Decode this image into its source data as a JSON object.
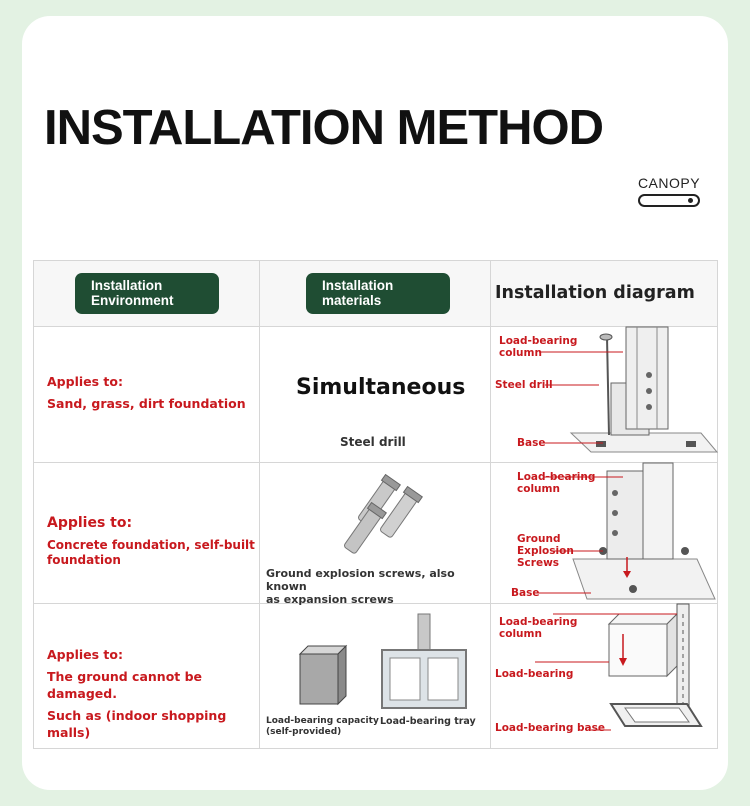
{
  "page": {
    "title": "INSTALLATION METHOD",
    "brand": "CANOPY"
  },
  "table": {
    "headers": {
      "environment": [
        "Installation",
        "Environment"
      ],
      "materials": [
        "Installation",
        "materials"
      ],
      "diagram": "Installation diagram"
    },
    "rows": [
      {
        "env_lines": [
          "Applies to:",
          "Sand, grass, dirt foundation"
        ],
        "material_heading": "Simultaneous",
        "material_caption": "Steel drill",
        "diagram_labels": [
          "Load-bearing",
          "column",
          "Steel drill",
          "Base"
        ]
      },
      {
        "env_lines": [
          "Applies to:",
          "Concrete foundation, self-built",
          "foundation"
        ],
        "material_caption_lines": [
          "Ground explosion screws, also known",
          "as expansion screws"
        ],
        "diagram_labels": [
          "Load-bearing",
          "column",
          "Ground",
          "Explosion",
          "Screws",
          "Base"
        ]
      },
      {
        "env_lines": [
          "Applies to:",
          "The ground cannot be damaged.",
          "Such as (indoor shopping malls)"
        ],
        "material_captions": [
          "Load-bearing capacity",
          "(self-provided)",
          "Load-bearing tray"
        ],
        "diagram_labels": [
          "Load-bearing",
          "column",
          "Load-bearing",
          "Load-bearing base"
        ]
      }
    ]
  },
  "colors": {
    "background": "#e3f2e3",
    "pill": "#1f4d33",
    "accent_red": "#c8191e"
  }
}
